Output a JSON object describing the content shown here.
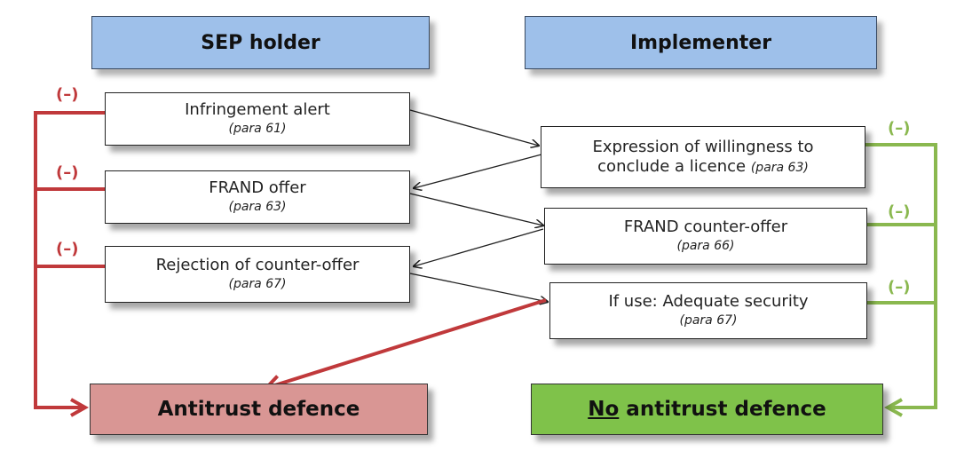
{
  "headers": {
    "left": "SEP holder",
    "right": "Implementer"
  },
  "left_steps": [
    {
      "label": "Infringement alert",
      "ref": "(para 61)"
    },
    {
      "label": "FRAND offer",
      "ref": "(para 63)"
    },
    {
      "label": "Rejection of counter-offer",
      "ref": "(para 67)"
    }
  ],
  "right_steps": [
    {
      "label_line1": "Expression of willingness to",
      "label_line2": "conclude  a licence",
      "ref": "(para 63)"
    },
    {
      "label": "FRAND counter-offer",
      "ref": "(para 66)"
    },
    {
      "label": "If use: Adequate security",
      "ref": "(para 67)"
    }
  ],
  "minus_marker": "(–)",
  "outcomes": {
    "left": "Antitrust defence",
    "right_underlined": "No",
    "right_rest": " antitrust defence"
  },
  "colors": {
    "header_fill": "#9ec0ea",
    "red": "#c0393b",
    "red_fill": "#d99694",
    "green": "#8ab84f",
    "green_fill": "#7fc24a"
  }
}
